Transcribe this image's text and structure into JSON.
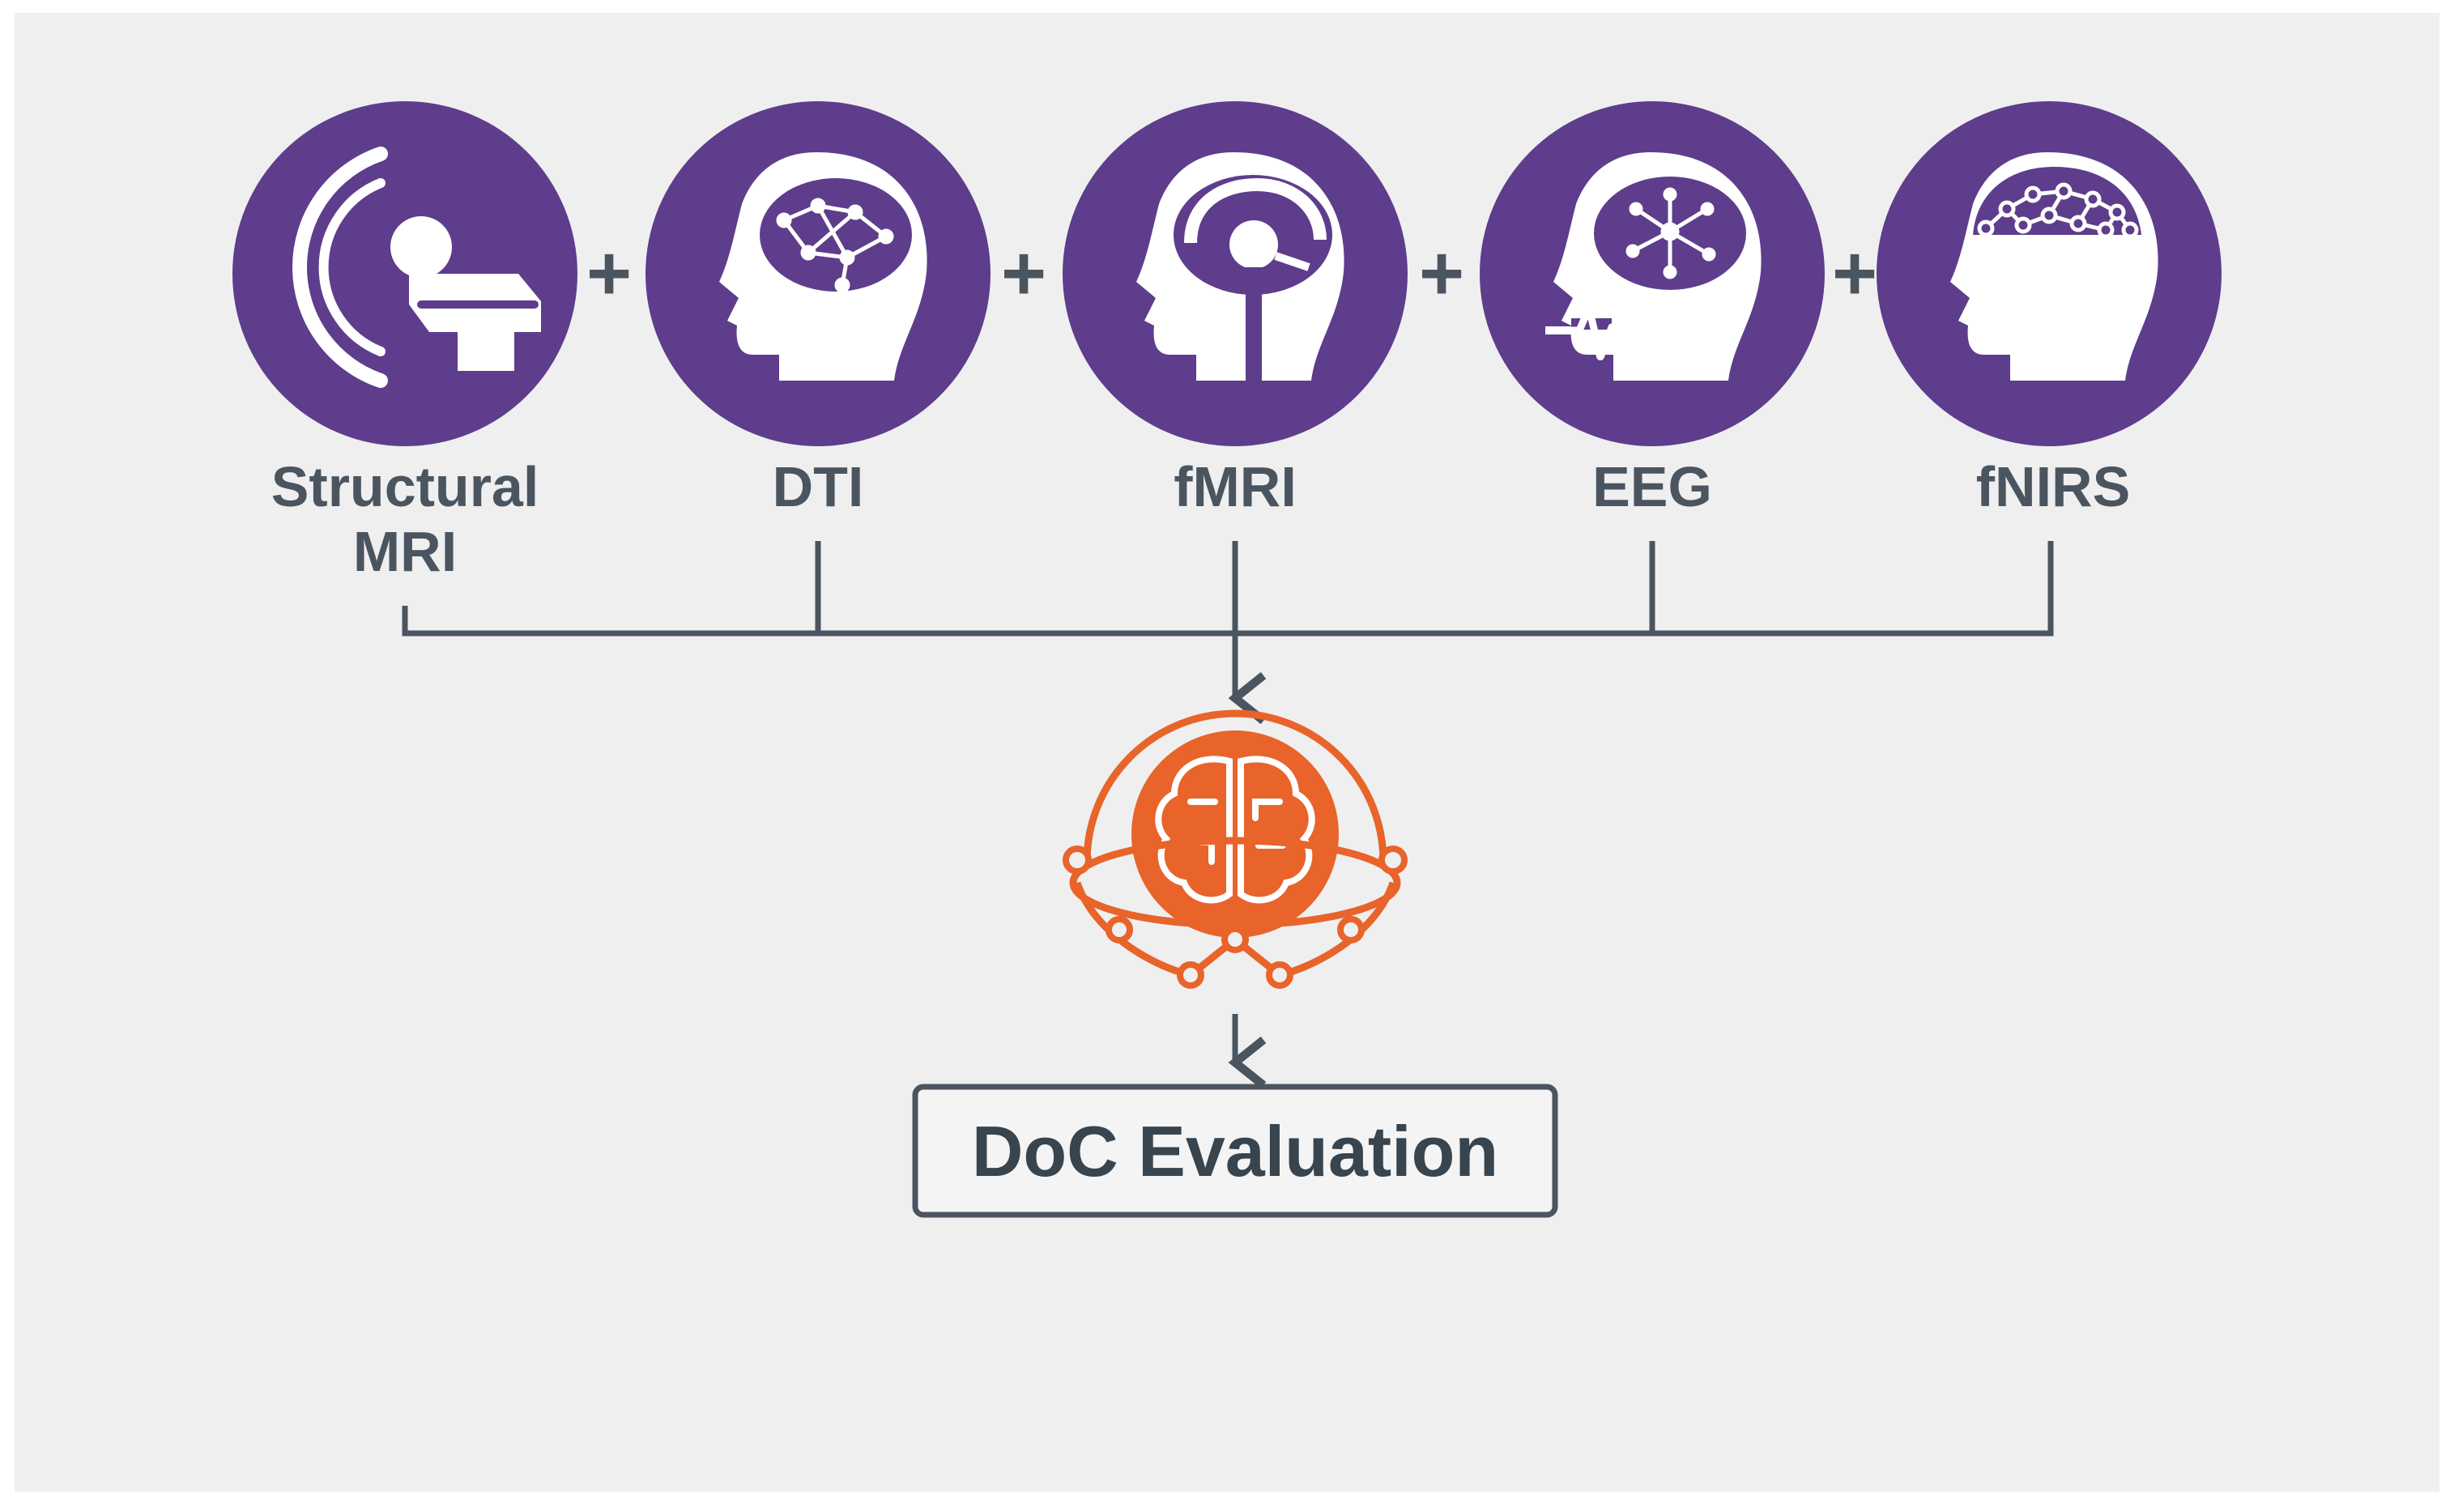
{
  "modalities": [
    {
      "label_line1": "Structural",
      "label_line2": "MRI",
      "icon": "mri-scanner-icon"
    },
    {
      "label_line1": "DTI",
      "label_line2": "",
      "icon": "head-brain-network-icon"
    },
    {
      "label_line1": "fMRI",
      "label_line2": "",
      "icon": "head-brain-section-icon"
    },
    {
      "label_line1": "EEG",
      "label_line2": "",
      "icon": "head-brain-eeg-icon"
    },
    {
      "label_line1": "fNIRS",
      "label_line2": "",
      "icon": "head-optode-network-icon"
    }
  ],
  "operator": "+",
  "fusion_icon": "ai-brain-network-icon",
  "output": {
    "label": "DoC Evaluation"
  },
  "colors": {
    "background": "#efefef",
    "circle": "#5e3d8c",
    "icon_line": "#ffffff",
    "text": "#4a5560",
    "connector": "#4a5560",
    "accent": "#e8642a"
  }
}
